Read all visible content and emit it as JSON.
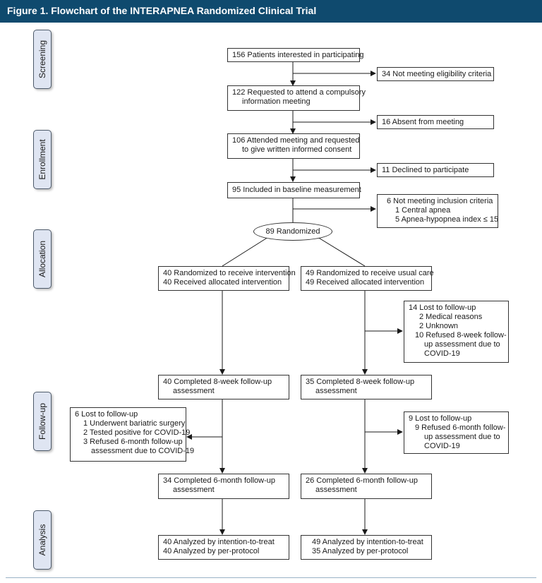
{
  "header": {
    "title": "Figure 1. Flowchart of the INTERAPNEA Randomized Clinical Trial"
  },
  "stages": {
    "screening": "Screening",
    "enrollment": "Enrollment",
    "allocation": "Allocation",
    "followup": "Follow-up",
    "analysis": "Analysis"
  },
  "flow": {
    "interested": "156 Patients interested in participating",
    "not_eligible": "34 Not meeting eligibility criteria",
    "requested_meeting": [
      "122 Requested to attend a compulsory",
      "information meeting"
    ],
    "absent": "16 Absent from meeting",
    "attended": [
      "106 Attended meeting and requested",
      "to give written informed consent"
    ],
    "declined": "11 Declined to participate",
    "baseline": "95 Included in baseline measurement",
    "not_inclusion": [
      "6 Not meeting inclusion criteria",
      "1 Central apnea",
      "5 Apnea-hypopnea index ≤ 15"
    ],
    "randomized": "89 Randomized"
  },
  "intervention": {
    "allocated": [
      "40 Randomized to receive intervention",
      "40 Received allocated intervention"
    ],
    "completed_8wk": [
      "40 Completed 8-week follow-up",
      "assessment"
    ],
    "lost_6mo": [
      "6 Lost to follow-up",
      "1 Underwent bariatric surgery",
      "2 Tested positive for COVID-19",
      "3 Refused 6-month follow-up",
      "assessment due to COVID-19"
    ],
    "completed_6mo": [
      "34 Completed 6-month follow-up",
      "assessment"
    ],
    "analyzed": [
      "40 Analyzed by intention-to-treat",
      "40 Analyzed by per-protocol"
    ]
  },
  "usual_care": {
    "allocated": [
      "49 Randomized to receive usual care",
      "49 Received allocated intervention"
    ],
    "lost_8wk": [
      "14 Lost to follow-up",
      "2 Medical reasons",
      "2 Unknown",
      "10 Refused 8-week follow-",
      "up assessment due to",
      "COVID-19"
    ],
    "completed_8wk": [
      "35 Completed 8-week follow-up",
      "assessment"
    ],
    "lost_6mo": [
      "9 Lost to follow-up",
      "9 Refused 6-month follow-",
      "up assessment due to",
      "COVID-19"
    ],
    "completed_6mo": [
      "26 Completed 6-month follow-up",
      "assessment"
    ],
    "analyzed": [
      "49 Analyzed by intention-to-treat",
      "35 Analyzed by per-protocol"
    ]
  }
}
